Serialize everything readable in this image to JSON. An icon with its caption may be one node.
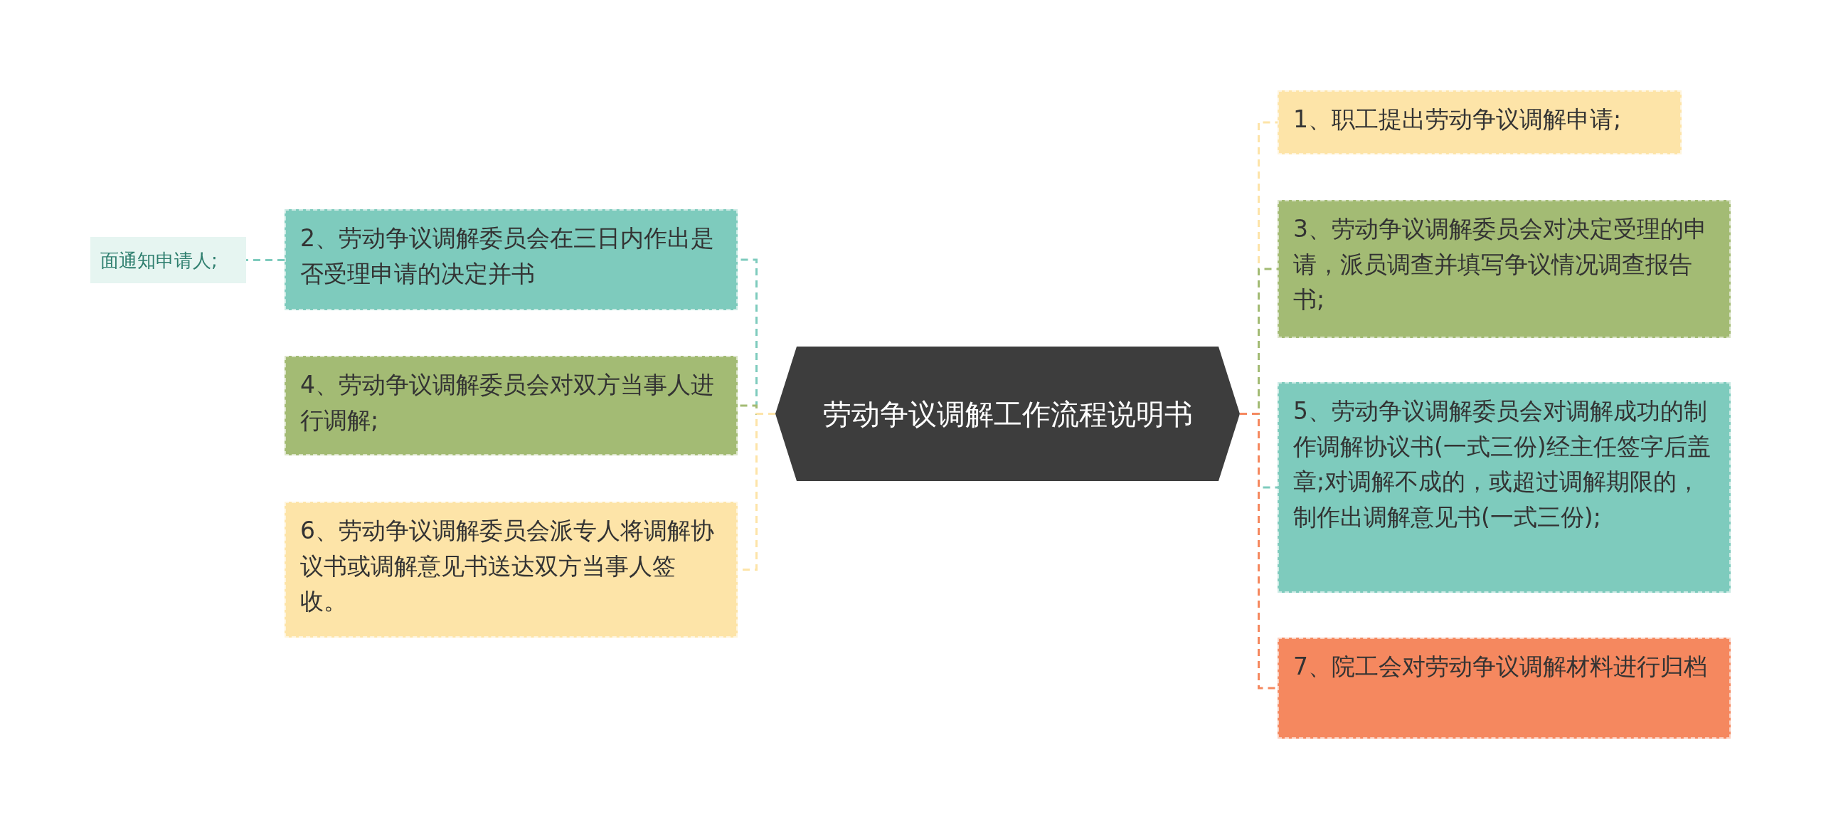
{
  "diagram": {
    "nodes": [
      {
        "text": [
          "劳动争议调解工作流程说明书"
        ]
      },
      {
        "text": [
          "1、职工提出劳动争议调解申请;"
        ]
      },
      {
        "text": [
          "2、劳动争议调解委员会在三日内作出是否受理申请的决定并书"
        ]
      },
      {
        "text": [
          "3、劳动争议调解委员会对决定受理的申请，派员调查并填写争议情况调查报告书;"
        ]
      },
      {
        "text": [
          "4、劳动争议调解委员会对双方当事人进行调解;"
        ]
      },
      {
        "text": [
          "5、劳动争议调解委员会对调解成功的制作调解协议书(一式三份)经主任签字后盖章;对调解不成的，或超过调解期限的，制作出调解意见书(一式三份);"
        ]
      },
      {
        "text": [
          "6、劳动争议调解委员会派专人将调解协议书或调解意见书送达双方当事人签收。"
        ]
      },
      {
        "text": [
          "7、院工会对劳动争议调解材料进行归档"
        ]
      },
      {
        "text": [
          "面通知申请人;"
        ]
      }
    ],
    "edges": [
      {
        "from": 0,
        "to": 1,
        "arrow": "none",
        "style": "dashed",
        "color": "#fde4a8"
      },
      {
        "from": 0,
        "to": 2,
        "arrow": "none",
        "style": "dashed",
        "color": "#7ecbbd"
      },
      {
        "from": 0,
        "to": 3,
        "arrow": "none",
        "style": "dashed",
        "color": "#a3bb74"
      },
      {
        "from": 0,
        "to": 4,
        "arrow": "none",
        "style": "dashed",
        "color": "#a3bb74"
      },
      {
        "from": 0,
        "to": 5,
        "arrow": "none",
        "style": "dashed",
        "color": "#7ecbbd"
      },
      {
        "from": 0,
        "to": 6,
        "arrow": "none",
        "style": "dashed",
        "color": "#fde4a8"
      },
      {
        "from": 0,
        "to": 7,
        "arrow": "none",
        "style": "dashed",
        "color": "#f5885f"
      },
      {
        "from": 2,
        "to": 8,
        "arrow": "none",
        "style": "dashed",
        "color": "#7ecbbd"
      }
    ]
  }
}
